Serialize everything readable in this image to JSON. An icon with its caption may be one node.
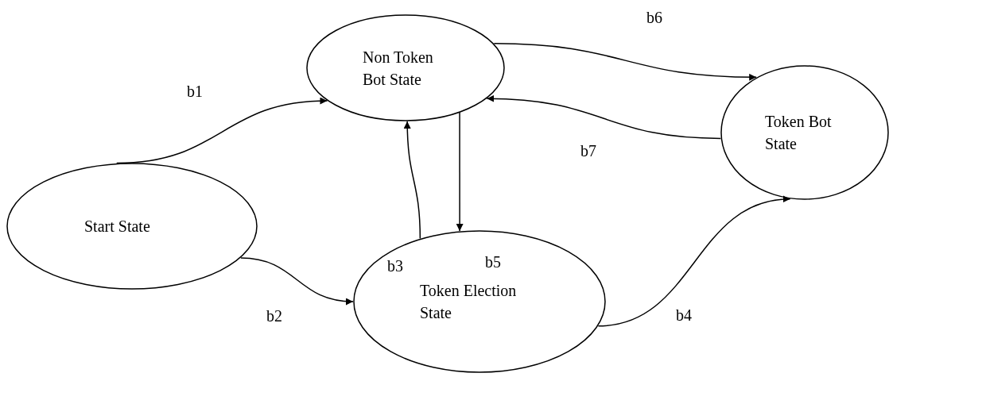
{
  "diagram": {
    "nodes": [
      {
        "text": [
          "Non Token Bot State"
        ]
      },
      {
        "text": [
          "Token Bot State"
        ]
      },
      {
        "text": [
          "Start State"
        ]
      },
      {
        "text": [
          "Token Election State"
        ]
      }
    ],
    "edges": [
      {
        "from": 2,
        "to": 0,
        "arrow": "to",
        "label": "b1"
      },
      {
        "from": 0,
        "to": 1,
        "arrow": "to",
        "label": "b6"
      },
      {
        "from": 1,
        "to": 0,
        "arrow": "to",
        "label": "b7"
      },
      {
        "from": 3,
        "to": 0,
        "arrow": "to",
        "label": "b3"
      },
      {
        "from": 0,
        "to": 3,
        "arrow": "to",
        "label": "b5"
      },
      {
        "from": 3,
        "to": 1,
        "arrow": "to",
        "label": "b4"
      },
      {
        "from": 2,
        "to": 3,
        "arrow": "to",
        "label": "b2"
      }
    ]
  }
}
